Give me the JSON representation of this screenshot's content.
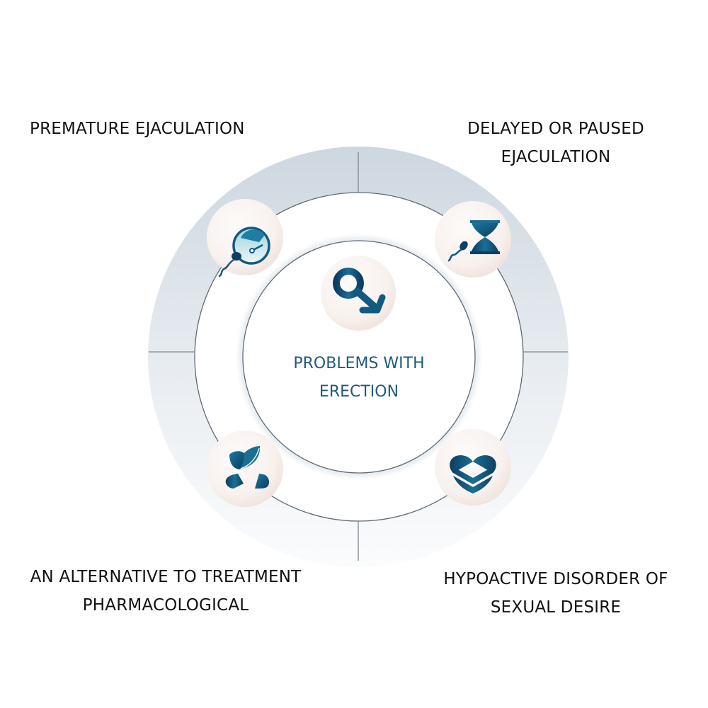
{
  "center": {
    "title_line1": "PROBLEMS WITH",
    "title_line2": "ERECTION",
    "icon": "male-symbol-down-arrow-icon"
  },
  "items": [
    {
      "position": "top-left",
      "line1": "PREMATURE EJACULATION",
      "line2": "",
      "icon": "sperm-gauge-icon"
    },
    {
      "position": "top-right",
      "line1": "DELAYED OR PAUSED",
      "line2": "EJACULATION",
      "icon": "sperm-hourglass-icon"
    },
    {
      "position": "bottom-left",
      "line1": "AN ALTERNATIVE TO TREATMENT",
      "line2": "PHARMACOLOGICAL",
      "icon": "leaves-drops-icon"
    },
    {
      "position": "bottom-right",
      "line1": "HYPOACTIVE DISORDER OF",
      "line2": "SEXUAL DESIRE",
      "icon": "heart-icon"
    }
  ],
  "colors": {
    "primary_blue": "#1e5b7e",
    "icon_dark": "#0e3f63",
    "icon_light": "#2f8fb0",
    "ring_gray": "#cfd8e0",
    "icon_bg": "#f6efec"
  }
}
